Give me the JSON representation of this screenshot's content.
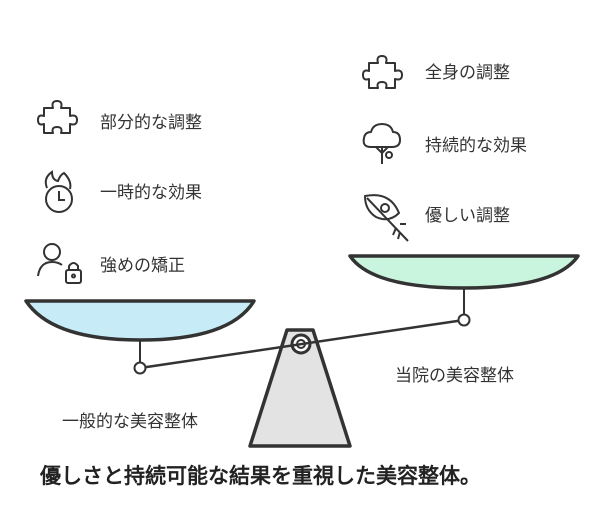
{
  "left_pan": {
    "items": [
      {
        "label": "部分的な調整",
        "icon": "puzzle-icon"
      },
      {
        "label": "一時的な効果",
        "icon": "clock-fire-icon"
      },
      {
        "label": "強めの矯正",
        "icon": "user-lock-icon"
      }
    ],
    "caption": "一般的な美容整体",
    "pan_color": "#c8ecf7"
  },
  "right_pan": {
    "items": [
      {
        "label": "全身の調整",
        "icon": "puzzle-icon"
      },
      {
        "label": "持続的な効果",
        "icon": "tree-icon"
      },
      {
        "label": "優しい調整",
        "icon": "feather-icon"
      }
    ],
    "caption": "当院の美容整体",
    "pan_color": "#c9f5df"
  },
  "footer": {
    "text": "優しさと持続可能な結果を重視した美容整体。"
  }
}
